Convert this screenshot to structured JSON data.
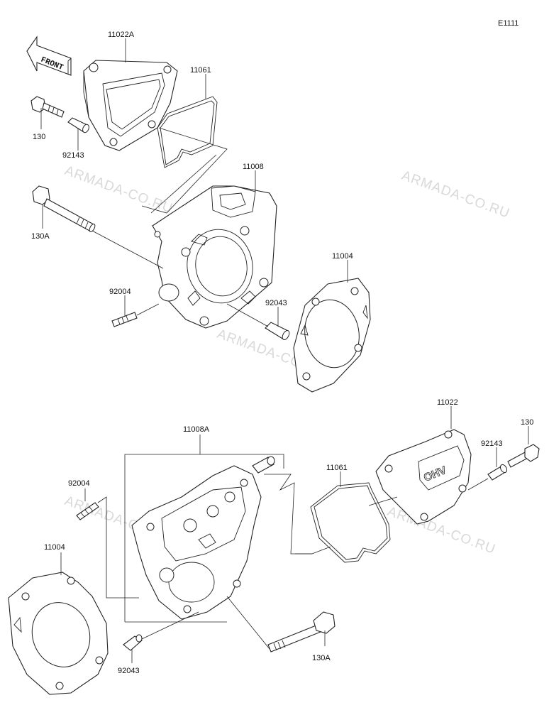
{
  "diagram_code": "E1111",
  "front_arrow_text": "FRONT",
  "cover_text": "OHV",
  "watermark": "ARMADA-CO.RU",
  "labels": {
    "top_cover": "11022A",
    "top_cover_gasket": "11061",
    "top_bolt": "130",
    "top_dowel": "92143",
    "top_head": "11008",
    "top_long_bolt": "130A",
    "top_stud": "92004",
    "top_head_dowel": "92043",
    "top_head_gasket": "11004",
    "bottom_head": "11008A",
    "bottom_cover": "11022",
    "bottom_bolt": "130",
    "bottom_dowel": "92143",
    "bottom_cover_gasket": "11061",
    "bottom_stud": "92004",
    "bottom_head_gasket": "11004",
    "bottom_head_dowel": "92043",
    "bottom_long_bolt": "130A"
  }
}
